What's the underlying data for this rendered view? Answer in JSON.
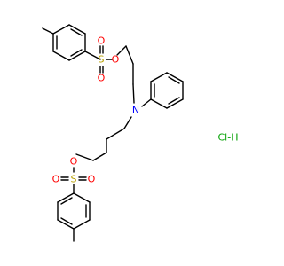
{
  "colors": {
    "bond": "#000000",
    "oxygen": "#ff0000",
    "sulfur": "#b8a000",
    "nitrogen": "#0000ff",
    "chlorine": "#00a000",
    "background": "#ffffff"
  },
  "atoms": {
    "o_top_1": "O",
    "s_top": "S",
    "o_top_2": "O",
    "o_top_ester": "O",
    "n_center": "N",
    "o_bottom_ester": "O",
    "o_bottom_1": "O",
    "s_bottom": "S",
    "o_bottom_2": "O"
  },
  "salt": {
    "label": "Cl-H"
  }
}
